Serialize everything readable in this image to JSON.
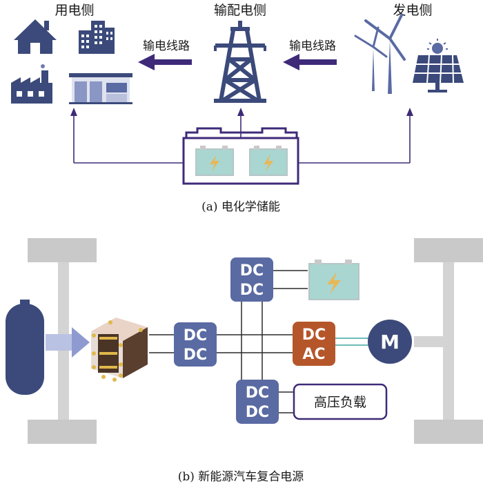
{
  "part_a": {
    "label_consumer_side": "用电侧",
    "label_grid_side": "输配电侧",
    "label_generation_side": "发电侧",
    "label_line_left": "输电线路",
    "label_line_right": "输电线路",
    "caption": "(a) 电化学储能"
  },
  "part_b": {
    "dc_top_line1": "DC",
    "dc_top_line2": "DC",
    "dc_left_line1": "DC",
    "dc_left_line2": "DC",
    "dc_bottom_line1": "DC",
    "dc_bottom_line2": "DC",
    "inverter_line1": "DC",
    "inverter_line2": "AC",
    "motor_label": "M",
    "load_label": "高压负载",
    "caption": "(b) 新能源汽车复合电源"
  },
  "colors": {
    "navy": "#3b4a7a",
    "purple": "#3e2a78",
    "box_blue": "#5a6aa3",
    "orange": "#b5562a",
    "gray": "#c9c9c9",
    "teal": "#a9d6d0"
  }
}
